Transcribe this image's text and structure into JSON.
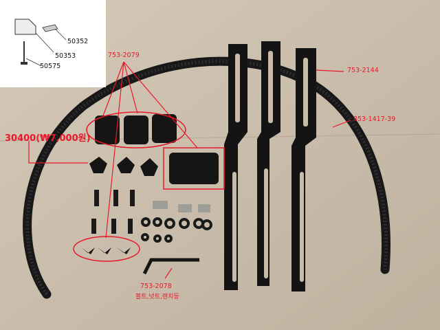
{
  "colors": {
    "annotation": "#e8182a",
    "background": "#c9bba9",
    "parts": "#141414"
  },
  "inset_labels": [
    "50352",
    "50353",
    "50575"
  ],
  "part_codes": {
    "knob_blocks": "753-2079",
    "strap": "753-2144",
    "foam_strip": "853-1417-39",
    "small_parts": "753-2078"
  },
  "price_note": "30400(₩7,000원)",
  "small_parts_caption": "볼트,넛트,렌치등"
}
